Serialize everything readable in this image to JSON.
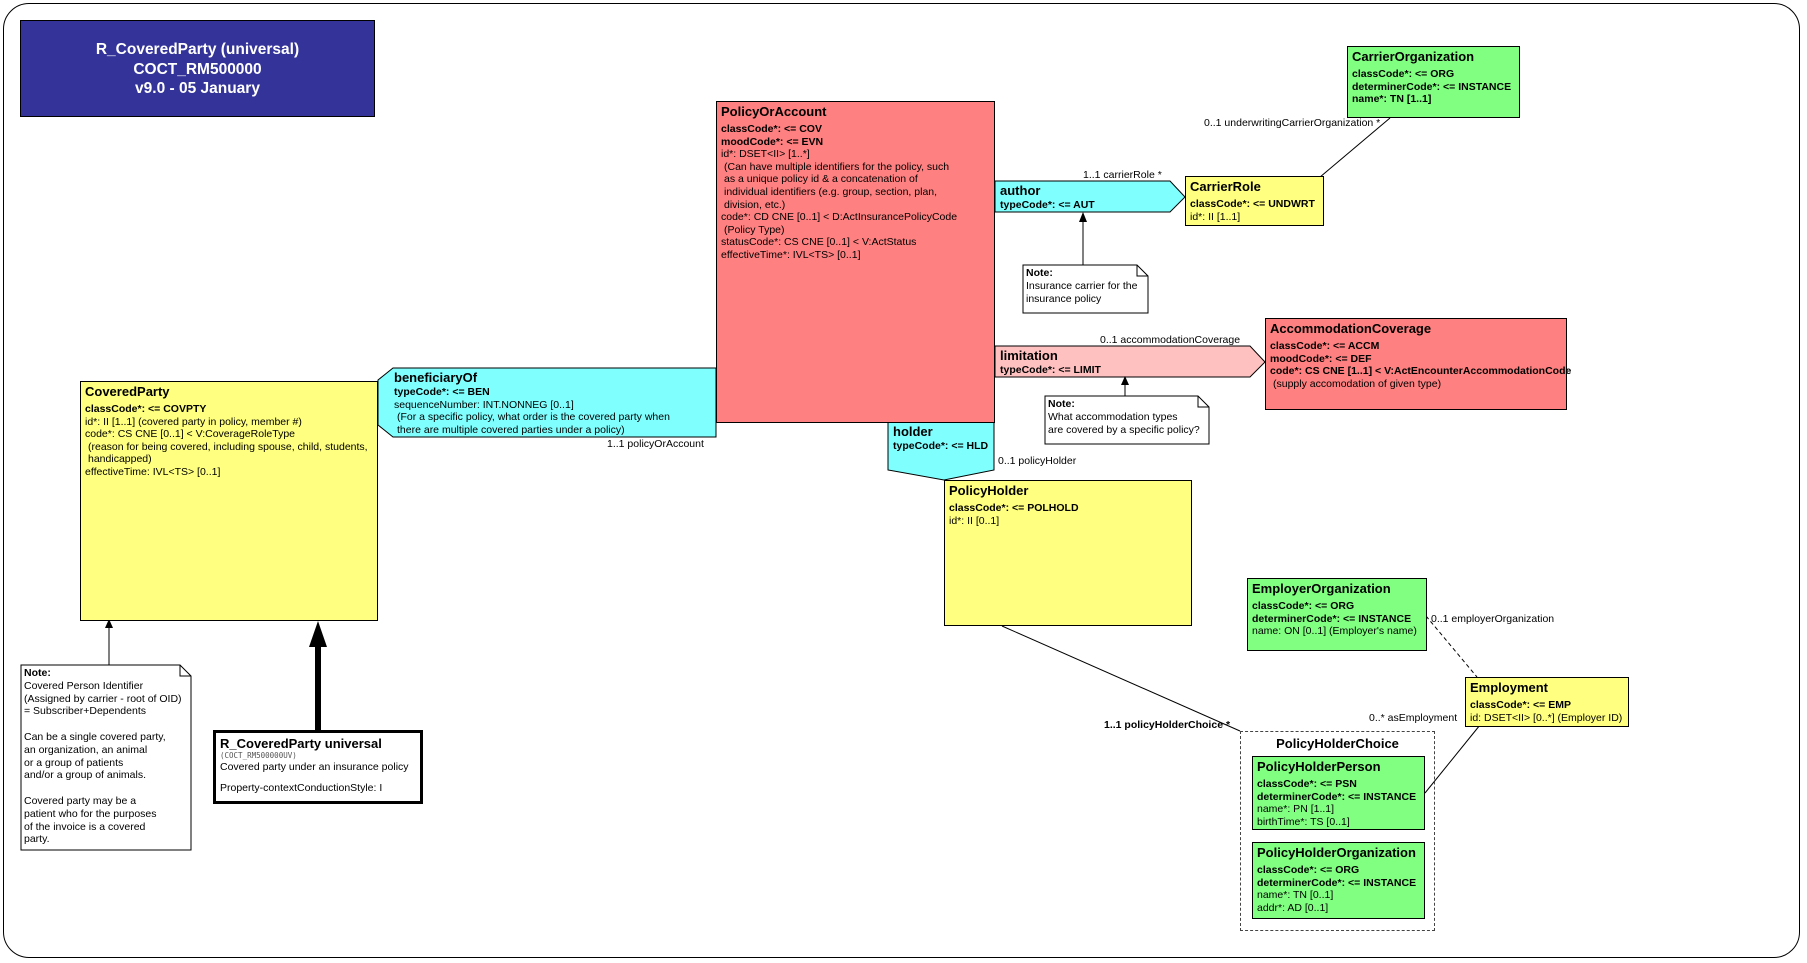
{
  "title": {
    "line1": "R_CoveredParty (universal)",
    "line2": "COCT_RM500000",
    "line3": "v9.0 - 05 January"
  },
  "policy_or_account": {
    "name": "PolicyOrAccount",
    "l1": "classCode*: <= COV",
    "l2": "moodCode*: <= EVN",
    "l3": "id*: DSET<II> [1..*]",
    "l4": "(Can have multiple identifiers for the policy, such",
    "l5": "as a unique policy id & a concatenation of",
    "l6": "individual identifiers (e.g. group, section, plan,",
    "l7": "division, etc.)",
    "l8": "code*: CD CNE [0..1] < D:ActInsurancePolicyCode",
    "l9": "(Policy Type)",
    "l10": "statusCode*: CS CNE [0..1] < V:ActStatus",
    "l11": "effectiveTime*: IVL<TS> [0..1]"
  },
  "covered_party": {
    "name": "CoveredParty",
    "l1": "classCode*: <= COVPTY",
    "l2": "id*: II [1..1] (covered party in policy, member #)",
    "l3": "code*: CS CNE [0..1] < V:CoverageRoleType",
    "l4": "(reason for being covered, including spouse, child, students,",
    "l5": "handicapped)",
    "l6": "effectiveTime: IVL<TS> [0..1]"
  },
  "beneficiary_of": {
    "name": "beneficiaryOf",
    "l1": "typeCode*: <= BEN",
    "l2": "sequenceNumber: INT.NONNEG [0..1]",
    "l3": "(For a specific policy, what order is the covered party when",
    "l4": "there are multiple covered parties under a policy)"
  },
  "author": {
    "name": "author",
    "l1": "typeCode*: <= AUT"
  },
  "limitation": {
    "name": "limitation",
    "l1": "typeCode*: <= LIMIT"
  },
  "holder": {
    "name": "holder",
    "l1": "typeCode*: <= HLD"
  },
  "carrier_role": {
    "name": "CarrierRole",
    "l1": "classCode*: <= UNDWRT",
    "l2": "id*: II [1..1]"
  },
  "carrier_organization": {
    "name": "CarrierOrganization",
    "l1": "classCode*: <= ORG",
    "l2": "determinerCode*: <= INSTANCE",
    "l3": "name*: TN [1..1]"
  },
  "accommodation_coverage": {
    "name": "AccommodationCoverage",
    "l1": "classCode*: <= ACCM",
    "l2": "moodCode*: <= DEF",
    "l3": "code*: CS CNE [1..1] < V:ActEncounterAccommodationCode",
    "l4": "(supply accomodation of given type)"
  },
  "policy_holder": {
    "name": "PolicyHolder",
    "l1": "classCode*: <= POLHOLD",
    "l2": "id*: II [0..1]"
  },
  "employer_organization": {
    "name": "EmployerOrganization",
    "l1": "classCode*: <= ORG",
    "l2": "determinerCode*: <= INSTANCE",
    "l3": "name: ON [0..1] (Employer's name)"
  },
  "employment": {
    "name": "Employment",
    "l1": "classCode*: <= EMP",
    "l2": "id: DSET<II> [0..*] (Employer ID)"
  },
  "policy_holder_choice": {
    "name": "PolicyHolderChoice"
  },
  "policy_holder_person": {
    "name": "PolicyHolderPerson",
    "l1": "classCode*: <= PSN",
    "l2": "determinerCode*: <= INSTANCE",
    "l3": "name*: PN [1..1]",
    "l4": "birthTime*: TS [0..1]"
  },
  "policy_holder_organization": {
    "name": "PolicyHolderOrganization",
    "l1": "classCode*: <= ORG",
    "l2": "determinerCode*: <= INSTANCE",
    "l3": "name*: TN [0..1]",
    "l4": "addr*: AD [0..1]"
  },
  "note_carrier": {
    "title": "Note:",
    "l1": "Insurance carrier for the",
    "l2": "insurance policy"
  },
  "note_accommodation": {
    "title": "Note:",
    "l1": "What accommodation types",
    "l2": "are covered by a specific policy?"
  },
  "note_covered": {
    "title": "Note:",
    "l1": "Covered Person Identifier",
    "l2": "(Assigned by carrier - root of OID)",
    "l3": "= Subscriber+Dependents",
    "l4": "Can be a single covered party,",
    "l5": "an organization, an animal",
    "l6": "or a group of patients",
    "l7": "and/or a group of animals.",
    "l8": "Covered party may be a",
    "l9": "patient who for the purposes",
    "l10": "of the invoice is a covered",
    "l11": "party."
  },
  "entry_point": {
    "name": "R_CoveredParty universal",
    "code": "(COCT_RM500000UV)",
    "l1": "Covered party under an insurance policy",
    "l2": "Property-contextConductionStyle: I"
  },
  "labels": {
    "policy_or_account": "1..1 policyOrAccount",
    "carrier_role": "1..1 carrierRole  *",
    "underwriting_carrier": "0..1 underwritingCarrierOrganization  *",
    "accommodation_coverage": "0..1 accommodationCoverage",
    "policy_holder": "0..1 policyHolder",
    "policy_holder_choice": "1..1 policyHolderChoice  *",
    "employer_organization": "0..1 employerOrganization",
    "as_employment": "0..* asEmployment"
  },
  "colors": {
    "act": "#ff8080",
    "role": "#ffff80",
    "entity": "#80ff80",
    "participation": "#80ffff",
    "act_relationship": "#ffc0c0",
    "header": "#333399"
  }
}
